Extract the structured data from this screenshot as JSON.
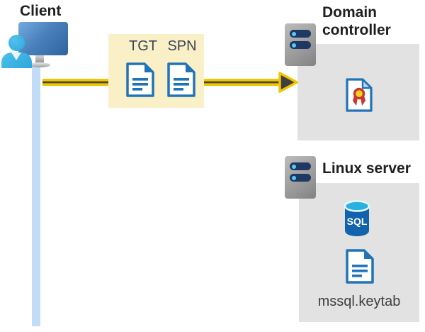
{
  "diagram": {
    "client": {
      "label": "Client"
    },
    "tickets": {
      "tgt_label": "TGT",
      "spn_label": "SPN"
    },
    "domain_controller": {
      "label": "Domain controller"
    },
    "linux_server": {
      "label": "Linux server",
      "sql_icon_label": "SQL",
      "keytab_label": "mssql.keytab"
    }
  },
  "colors": {
    "arrow_yellow": "#f2c500",
    "arrow_dark": "#3f3f3f",
    "ticket_box_bg": "#faf0c8",
    "zone_box_gray": "#e2e2e2",
    "document_blue": "#2173b8",
    "client_cyan": "#38b1e3",
    "connector_bar_blue": "#c2dcf7",
    "sql_cylinder_blue": "#1263ac",
    "sql_top_cyan": "#29b2de",
    "server_slot_navy": "#1f3864",
    "certificate_red": "#c8382c",
    "certificate_yellow": "#ffd11e"
  }
}
